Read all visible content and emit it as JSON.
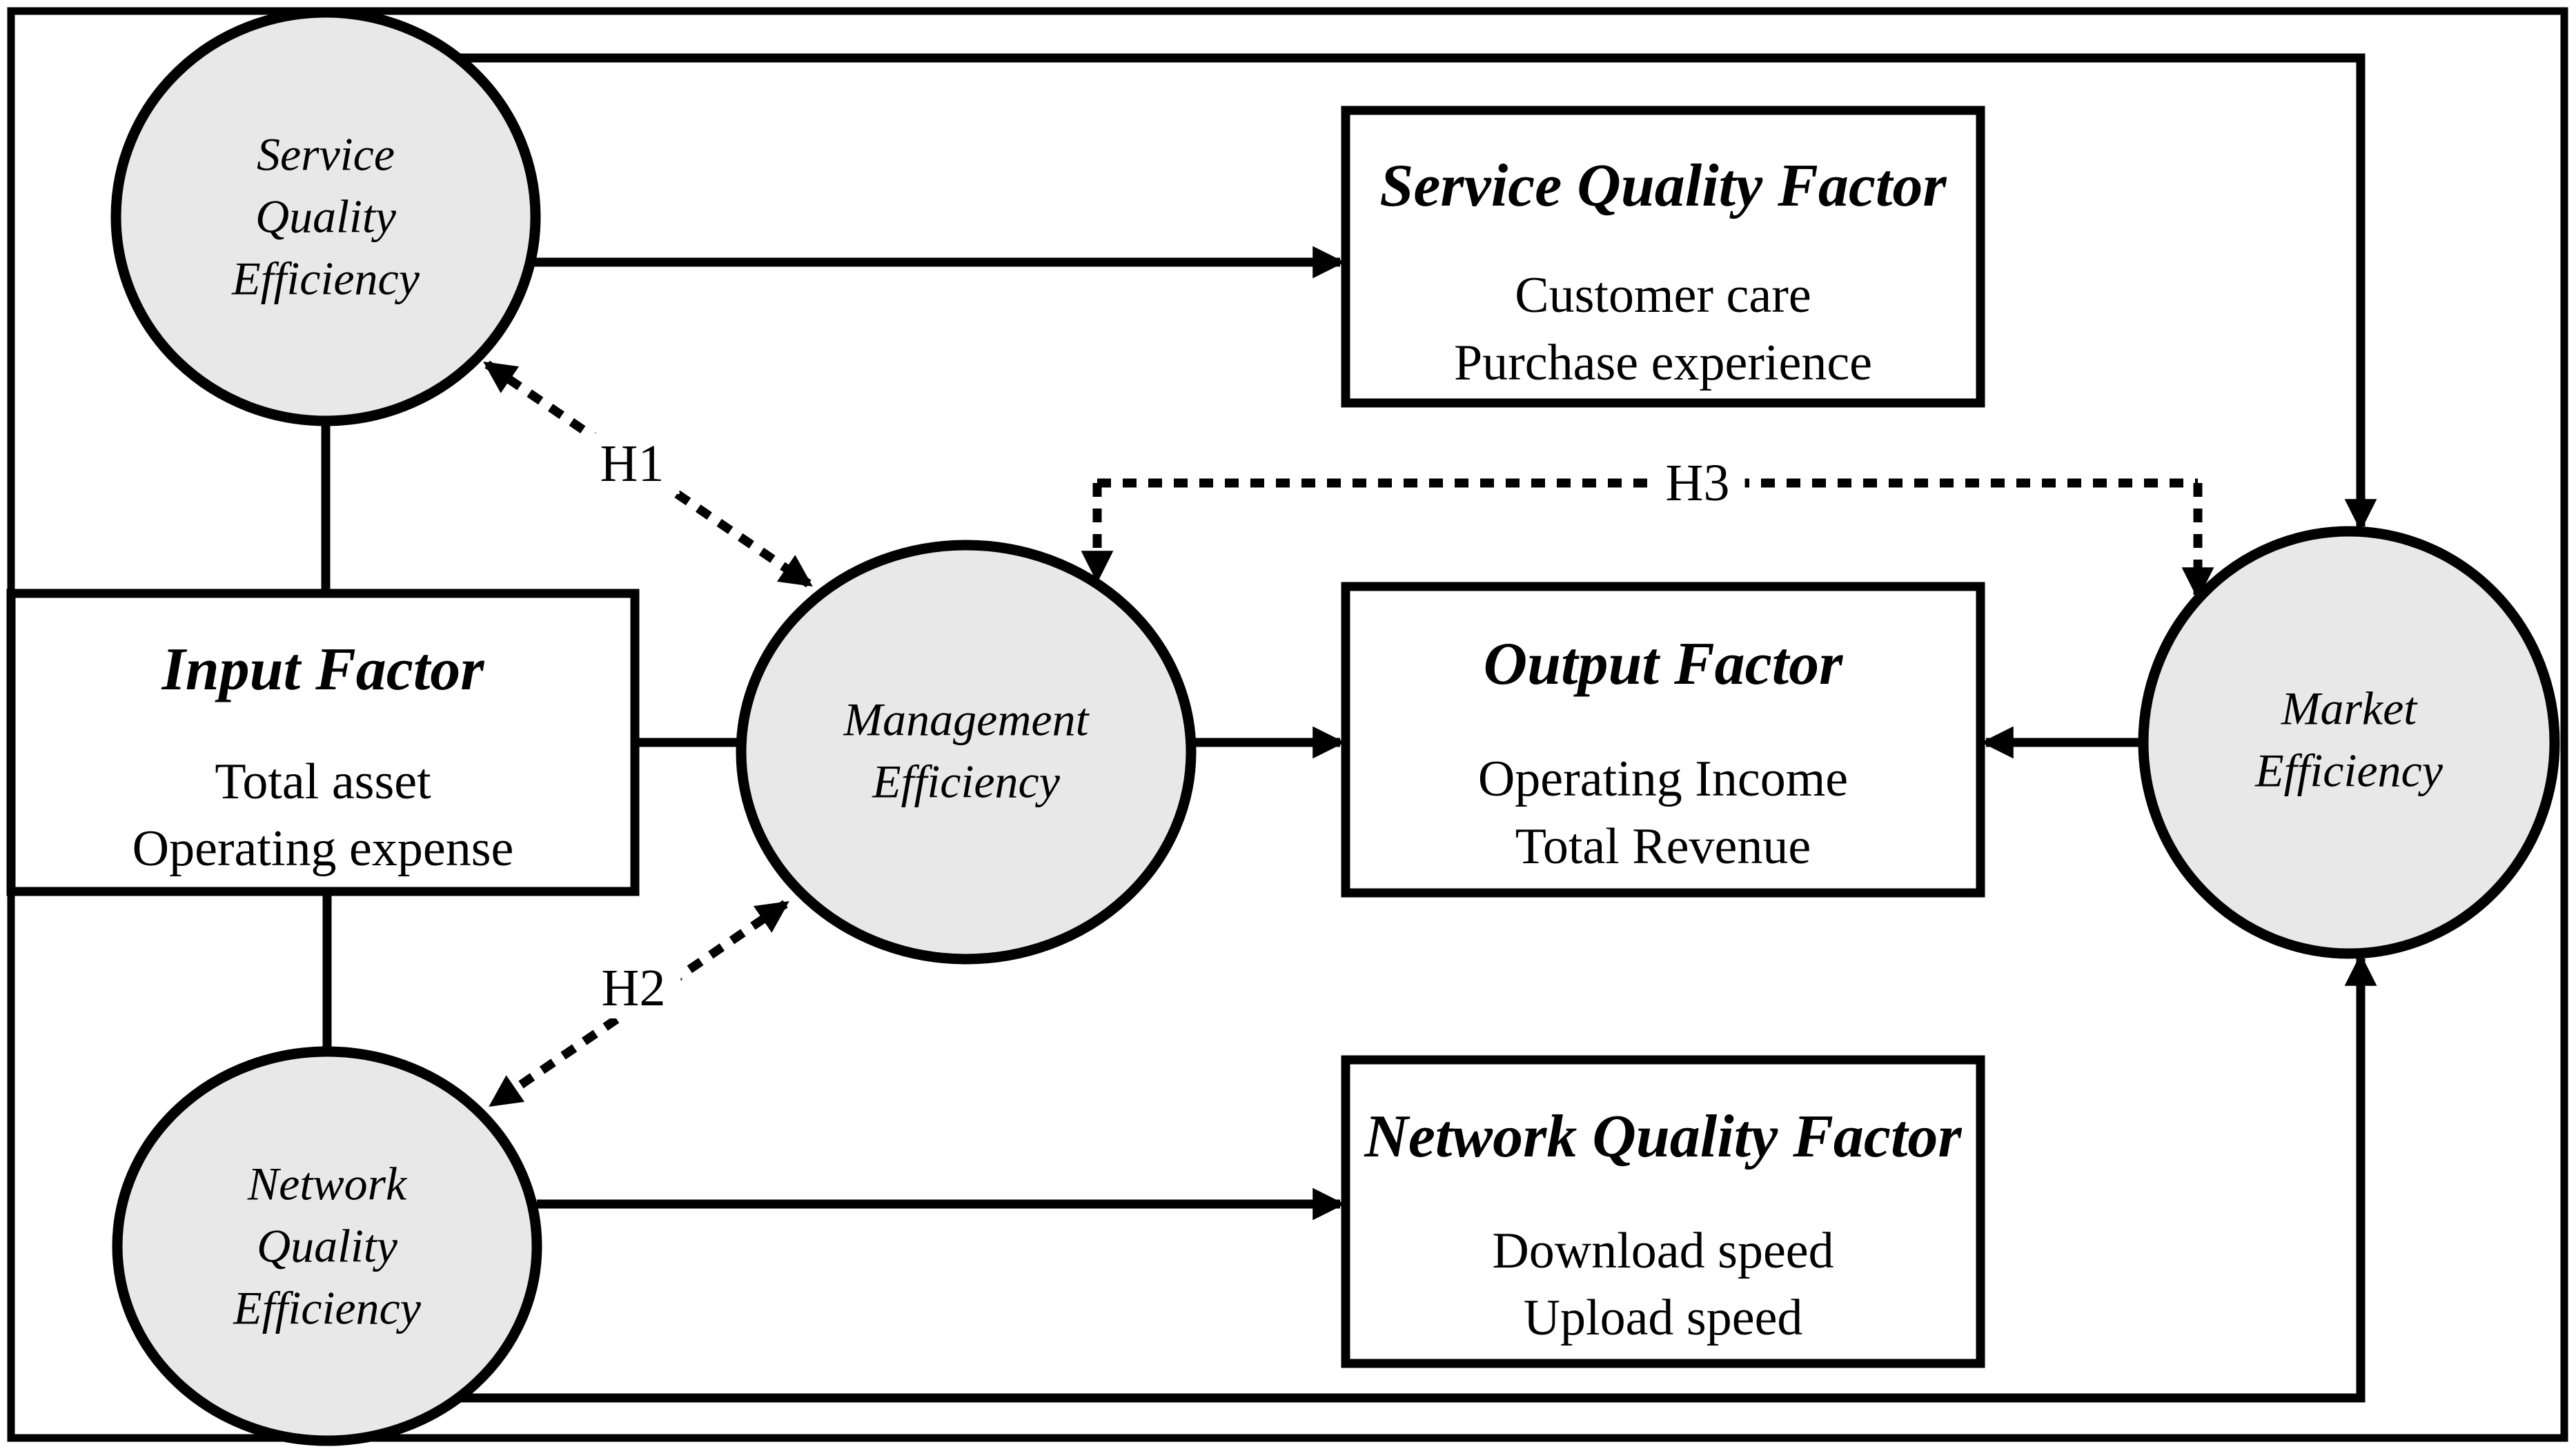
{
  "figure": {
    "background": "#ffffff",
    "stroke_color": "#000000",
    "node_fill": "#e8e8e8"
  },
  "nodes": {
    "service_quality_efficiency": {
      "label": "Service\nQuality\nEfficiency"
    },
    "management_efficiency": {
      "label": "Management\nEfficiency"
    },
    "network_quality_efficiency": {
      "label": "Network\nQuality\nEfficiency"
    },
    "market_efficiency": {
      "label": "Market\nEfficiency"
    }
  },
  "factors": {
    "service_quality_factor": {
      "title": "Service Quality Factor",
      "indicators": "Customer care\nPurchase experience"
    },
    "input_factor": {
      "title": "Input Factor",
      "indicators": "Total asset\nOperating expense"
    },
    "output_factor": {
      "title": "Output Factor",
      "indicators": "Operating Income\nTotal Revenue"
    },
    "network_quality_factor": {
      "title": "Network Quality Factor",
      "indicators": "Download speed\nUpload speed"
    }
  },
  "hypotheses": {
    "h1": {
      "label": "H1"
    },
    "h2": {
      "label": "H2"
    },
    "h3": {
      "label": "H3"
    }
  },
  "edges": [
    {
      "from": "service_quality_efficiency",
      "to": "service_quality_factor",
      "style": "solid-arrow"
    },
    {
      "from": "service_quality_efficiency",
      "to": "market_efficiency",
      "style": "solid-arrow"
    },
    {
      "from": "service_quality_efficiency",
      "to": "input_factor",
      "style": "solid-line"
    },
    {
      "from": "input_factor",
      "to": "network_quality_efficiency",
      "style": "solid-line"
    },
    {
      "from": "input_factor",
      "to": "management_efficiency",
      "style": "solid-line"
    },
    {
      "from": "management_efficiency",
      "to": "output_factor",
      "style": "solid-arrow"
    },
    {
      "from": "market_efficiency",
      "to": "output_factor",
      "style": "solid-arrow"
    },
    {
      "from": "network_quality_efficiency",
      "to": "network_quality_factor",
      "style": "solid-arrow"
    },
    {
      "from": "network_quality_efficiency",
      "to": "market_efficiency",
      "style": "solid-arrow"
    },
    {
      "from": "service_quality_efficiency",
      "to": "management_efficiency",
      "style": "dashed-double-arrow",
      "hypothesis": "H1"
    },
    {
      "from": "management_efficiency",
      "to": "network_quality_efficiency",
      "style": "dashed-double-arrow",
      "hypothesis": "H2"
    },
    {
      "from": "management_efficiency",
      "to": "market_efficiency",
      "style": "dashed-double-arrow",
      "hypothesis": "H3"
    }
  ]
}
